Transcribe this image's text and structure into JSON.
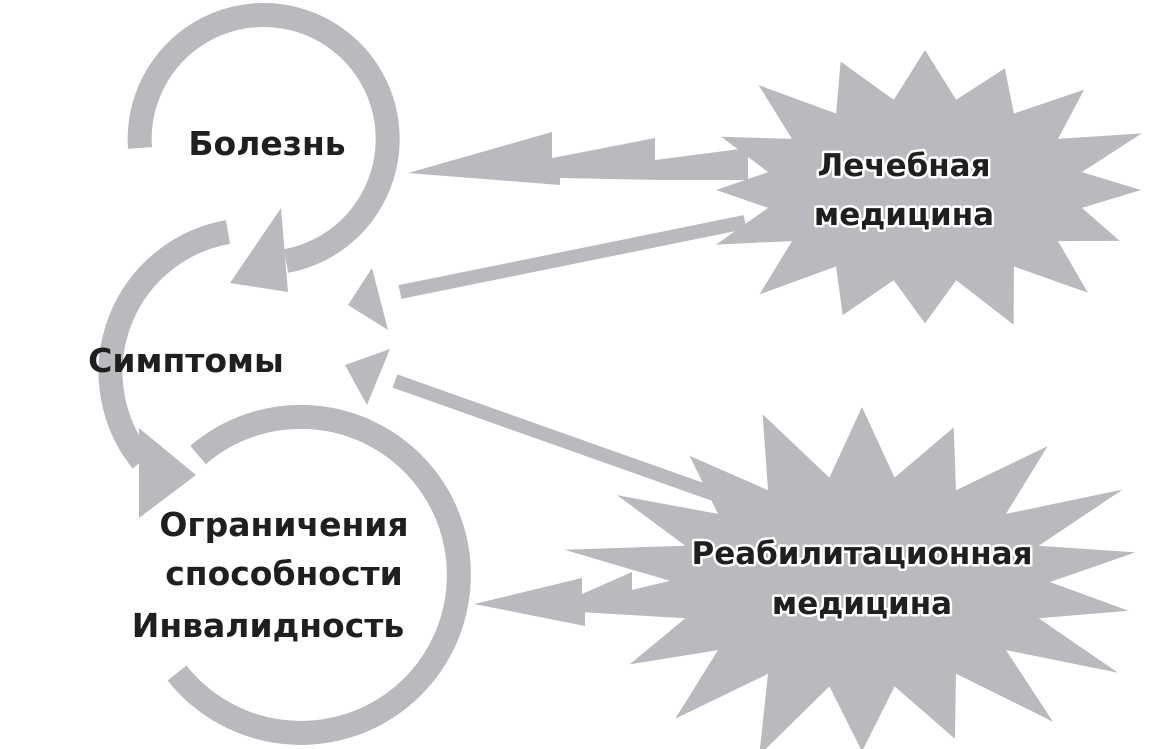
{
  "colors": {
    "shape": "#b9babd",
    "text": "#1f1f1f",
    "halo": "#ffffff",
    "background": "#ffffff"
  },
  "nodes": {
    "disease": {
      "label": "Болезнь"
    },
    "symptoms": {
      "label": "Симптомы"
    },
    "limitations": {
      "line1": "Ограничения",
      "line2": "способности",
      "line3": "Инвалидность"
    },
    "curative": {
      "line1": "Лечебная",
      "line2": "медицина"
    },
    "rehab": {
      "line1": "Реабилитационная",
      "line2": "медицина"
    }
  }
}
